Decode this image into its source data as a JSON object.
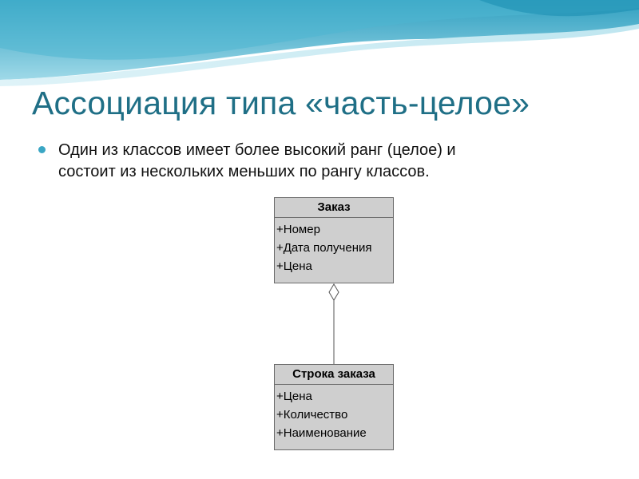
{
  "slide": {
    "title": "Ассоциация типа «часть-целое»",
    "bullet": "Один из классов имеет более высокий ранг (целое) и\nсостоит из нескольких меньших по рангу классов."
  },
  "diagram": {
    "whole_class": {
      "name": "Заказ",
      "attributes": [
        "+Номер",
        "+Дата получения",
        "+Цена"
      ]
    },
    "part_class": {
      "name": "Строка заказа",
      "attributes": [
        "+Цена",
        "+Количество",
        "+Наименование"
      ]
    },
    "relationship": "aggregation"
  },
  "colors": {
    "title": "#1f6f86",
    "bullet": "#3aa6c4",
    "class_fill": "#cfcfcf",
    "class_border": "#6b6b6b",
    "wave_light": "#bfe6f0",
    "wave_mid": "#7fcde0",
    "wave_dark": "#3aa6c4"
  }
}
